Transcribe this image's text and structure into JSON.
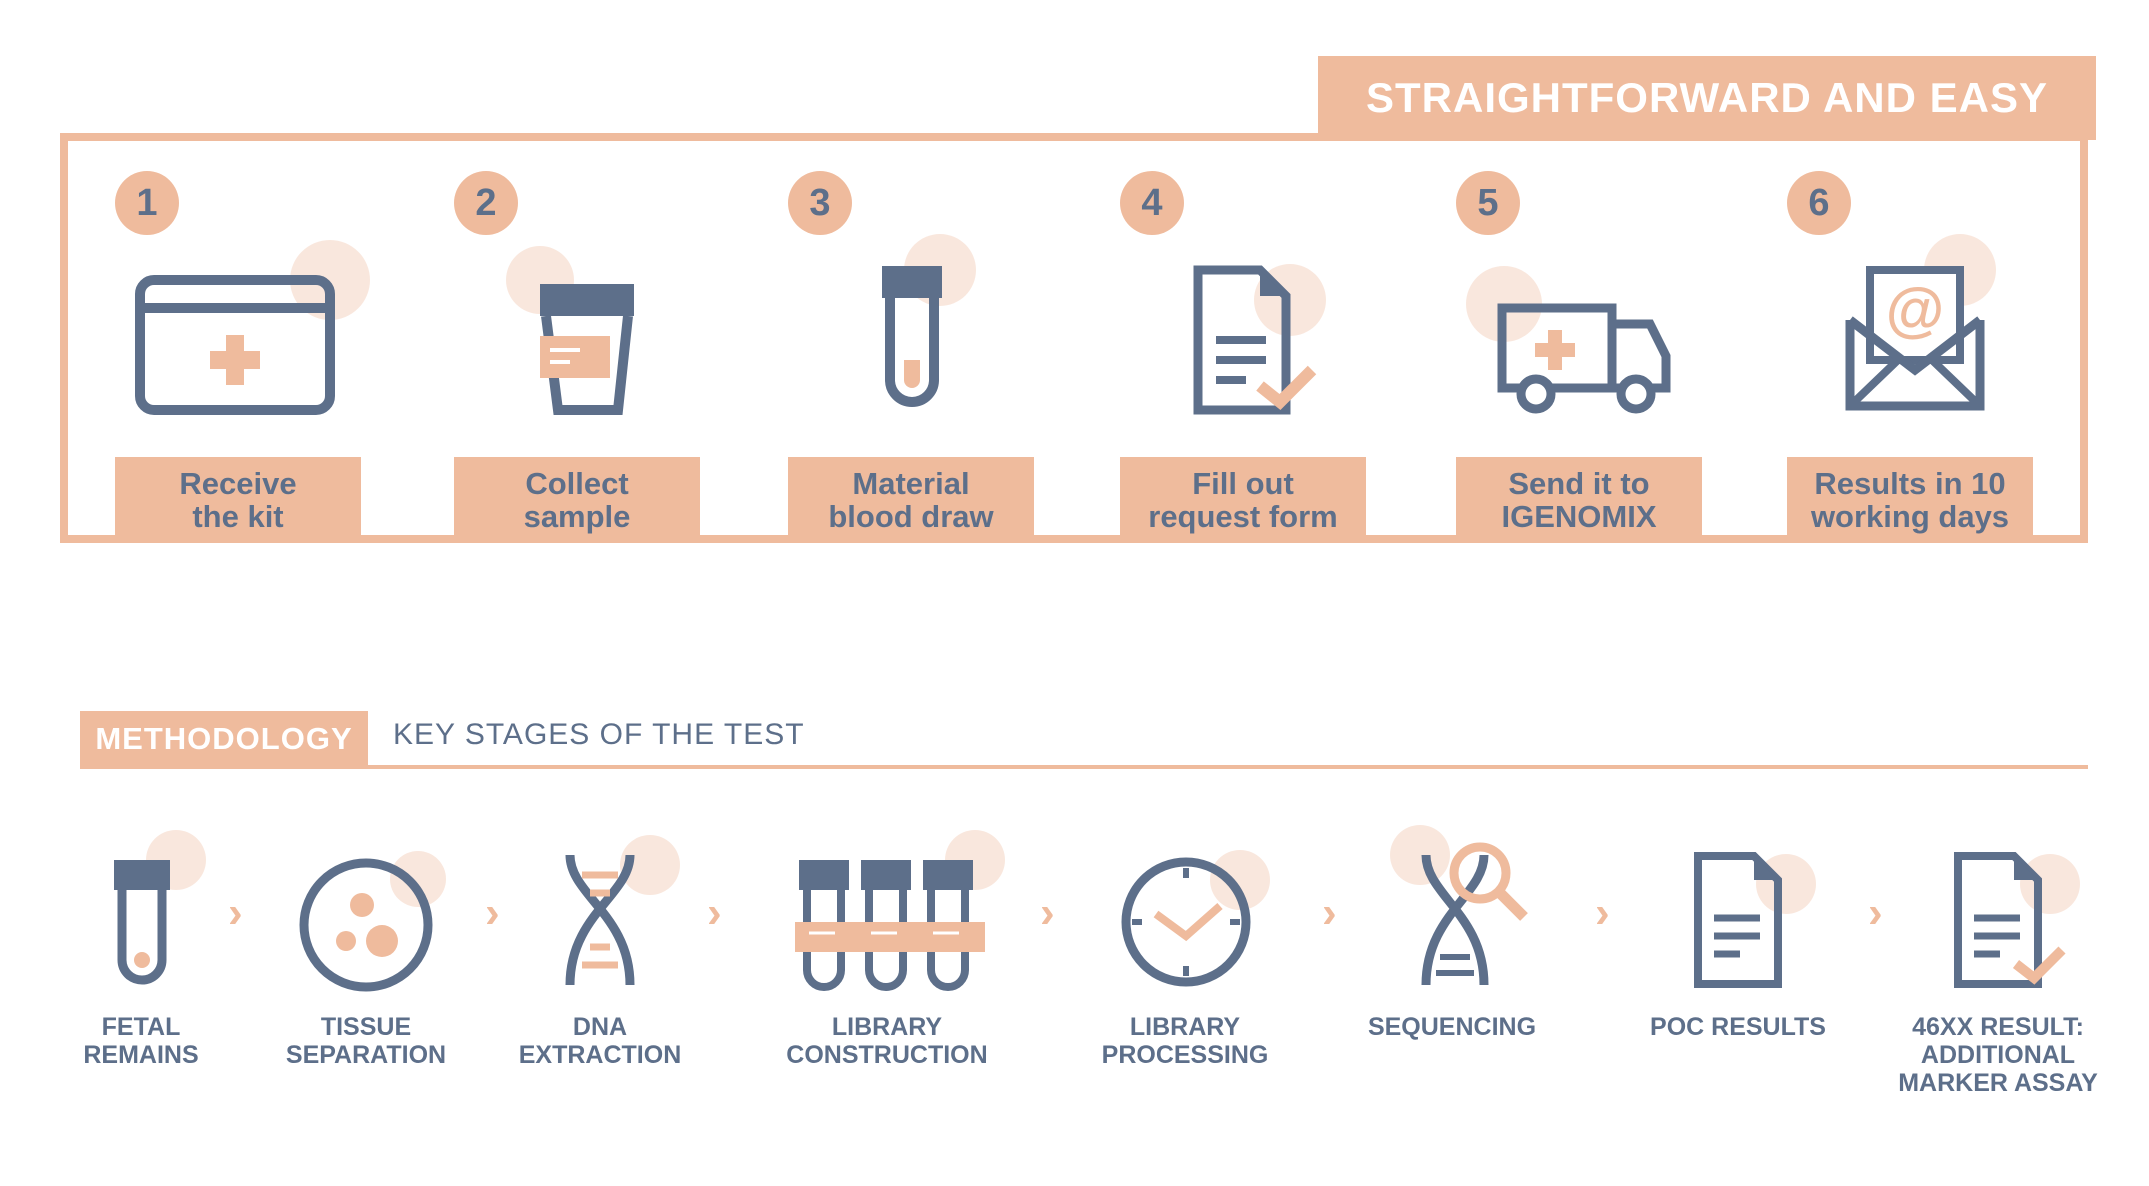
{
  "header": {
    "title": "STRAIGHTFORWARD AND EASY"
  },
  "steps": [
    {
      "number": "1",
      "label": "Receive\nthe kit",
      "icon": "first-aid-kit-icon"
    },
    {
      "number": "2",
      "label": "Collect\nsample",
      "icon": "sample-cup-icon"
    },
    {
      "number": "3",
      "label": "Material\nblood draw",
      "icon": "test-tube-icon"
    },
    {
      "number": "4",
      "label": "Fill out\nrequest form",
      "icon": "form-check-icon"
    },
    {
      "number": "5",
      "label": "Send it to\nIGENOMIX",
      "icon": "ambulance-truck-icon"
    },
    {
      "number": "6",
      "label": "Results in 10\nworking days",
      "icon": "email-envelope-icon"
    }
  ],
  "methodology": {
    "tab": "METHODOLOGY",
    "subtitle": "KEY STAGES OF THE TEST",
    "stages": [
      {
        "label": "FETAL\nREMAINS",
        "icon": "tube-icon"
      },
      {
        "label": "TISSUE\nSEPARATION",
        "icon": "petri-dish-icon"
      },
      {
        "label": "DNA\nEXTRACTION",
        "icon": "dna-icon"
      },
      {
        "label": "LIBRARY\nCONSTRUCTION",
        "icon": "tube-rack-icon"
      },
      {
        "label": "LIBRARY\nPROCESSING",
        "icon": "clock-icon"
      },
      {
        "label": "SEQUENCING",
        "icon": "dna-magnifier-icon"
      },
      {
        "label": "POC RESULTS",
        "icon": "document-icon"
      },
      {
        "label": "46XX RESULT:\nADDITIONAL\nMARKER ASSAY",
        "icon": "document-check-icon"
      }
    ],
    "arrow_glyph": "›"
  },
  "colors": {
    "accent": "#efbb9d",
    "slate": "#5d6f8a",
    "white": "#ffffff"
  }
}
